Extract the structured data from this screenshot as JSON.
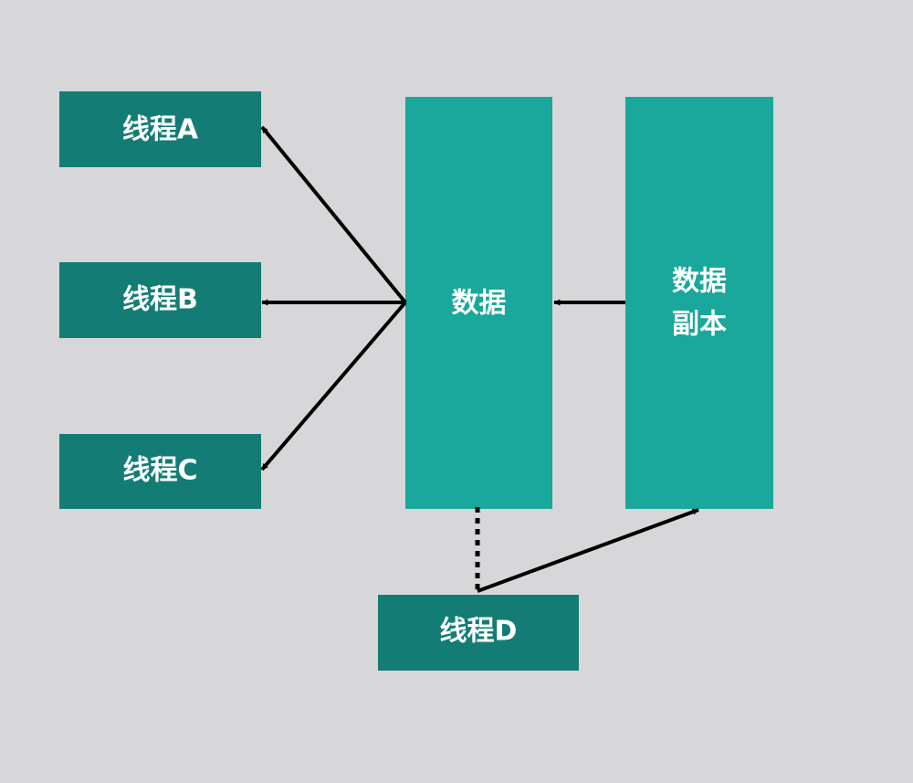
{
  "threads": {
    "a": "线程A",
    "b": "线程B",
    "c": "线程C",
    "d": "线程D"
  },
  "data_box": {
    "label": "数据"
  },
  "copy_box": {
    "line1": "数据",
    "line2": "副本"
  },
  "colors": {
    "background": "#d7d7da",
    "thread_box": "#137d75",
    "data_box": "#19a89b",
    "arrow": "#000000",
    "text": "#ffffff"
  }
}
